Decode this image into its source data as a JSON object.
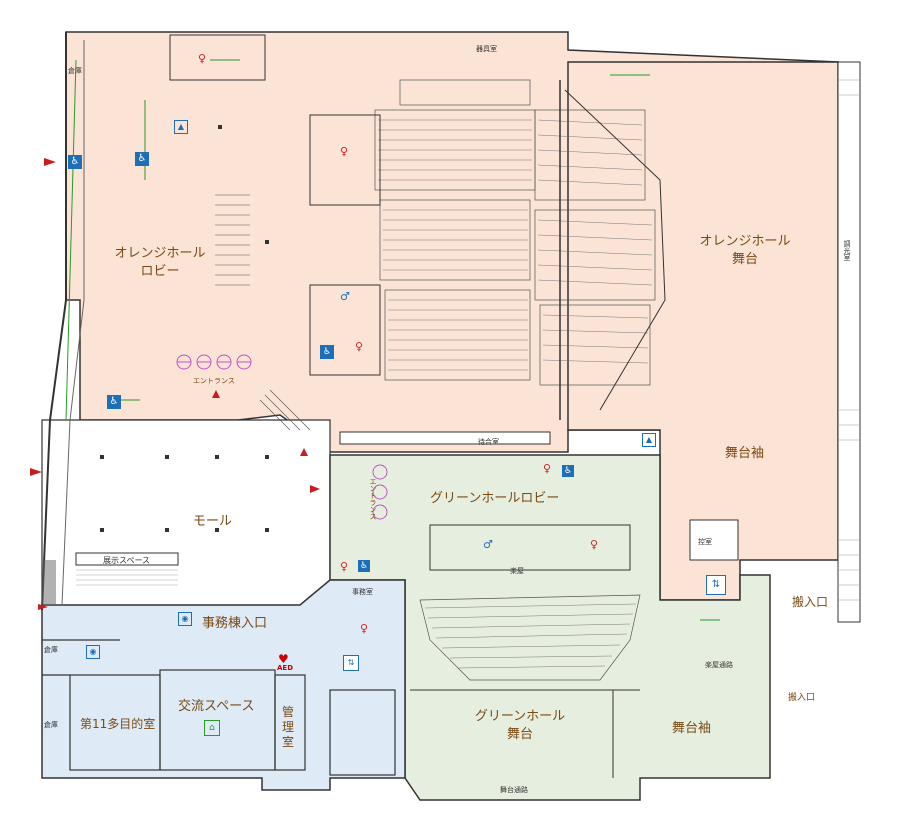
{
  "labels": {
    "orange_lobby_1": "オレンジホール",
    "orange_lobby_2": "ロビー",
    "orange_stage_1": "オレンジホール",
    "orange_stage_2": "舞台",
    "orange_wing": "舞台袖",
    "mall": "モール",
    "green_lobby": "グリーンホールロビー",
    "green_stage_1": "グリーンホール",
    "green_stage_2": "舞台",
    "green_wing": "舞台袖",
    "office_entrance": "事務棟入口",
    "exchange_space": "交流スペース",
    "meeting_room": "第11多目的室",
    "admin_room_1": "管",
    "admin_room_2": "理",
    "admin_room_3": "室",
    "carry_in_1": "搬入口",
    "carry_in_2": "搬入口",
    "entrance_orange": "エントランス",
    "entrance_green": "エントランス",
    "exhibit_space": "展示スペース",
    "aed": "AED"
  },
  "small_labels": {
    "storage_top": "倉庫",
    "storage_left1": "倉庫",
    "storage_left2": "倉庫",
    "waiting": "待合室",
    "waiting2": "楽屋",
    "office_room": "事務室",
    "stage_door": "舞台通路",
    "equip_room": "器具室",
    "side_room": "控室",
    "control": "調光室",
    "passage": "楽屋通路"
  },
  "colors": {
    "orange_zone": "#fbe3d6",
    "green_zone": "#e6efdf",
    "blue_zone": "#deebf7",
    "wall": "#333333",
    "label": "#7a4a14",
    "accessible_blue": "#1f6fb8",
    "toilet_red": "#d62020",
    "arrow_green": "#2a9a2a",
    "entry_red": "#c41e1e",
    "entrance_purple": "#c255c8"
  },
  "icons": [
    "wheelchair-icon",
    "toilet-icon",
    "elevator-icon",
    "entry-arrow-icon",
    "aed-icon",
    "nursing-icon"
  ]
}
